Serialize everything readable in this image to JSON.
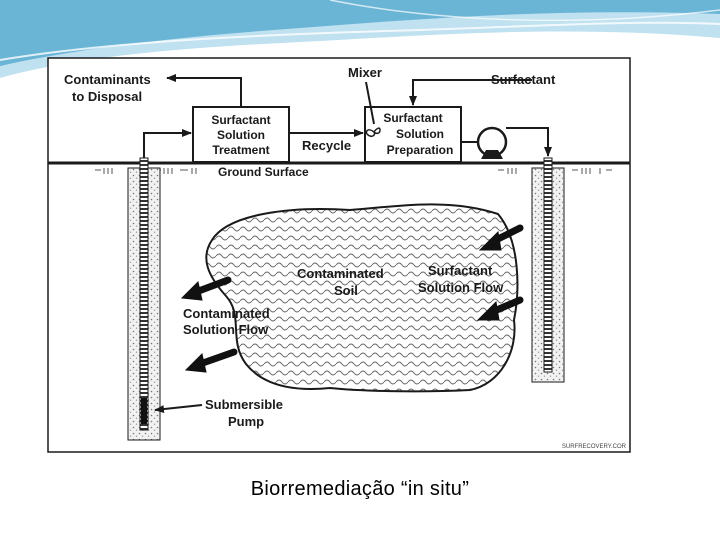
{
  "diagram": {
    "labels": {
      "contaminants_l1": "Contaminants",
      "contaminants_l2": "to Disposal",
      "mixer": "Mixer",
      "surfactant": "Surfactant",
      "treatment_l1": "Surfactant",
      "treatment_l2": "Solution",
      "treatment_l3": "Treatment",
      "recycle": "Recycle",
      "preparation_l1": "Surfactant",
      "preparation_l2": "Solution",
      "preparation_l3": "Preparation",
      "ground_surface": "Ground Surface",
      "soil_l1": "Contaminated",
      "soil_l2": "Soil",
      "sflow_l1": "Surfactant",
      "sflow_l2": "Solution Flow",
      "cflow_l1": "Contaminated",
      "cflow_l2": "Solution Flow",
      "pump_l1": "Submersible",
      "pump_l2": "Pump",
      "credit": "SURFRECOVERY.COR"
    },
    "colors": {
      "header_blue": "#6ab4d6",
      "header_light": "#bfe1f0",
      "line": "#1a1a1a"
    }
  },
  "caption": "Biorremediação “in situ”"
}
